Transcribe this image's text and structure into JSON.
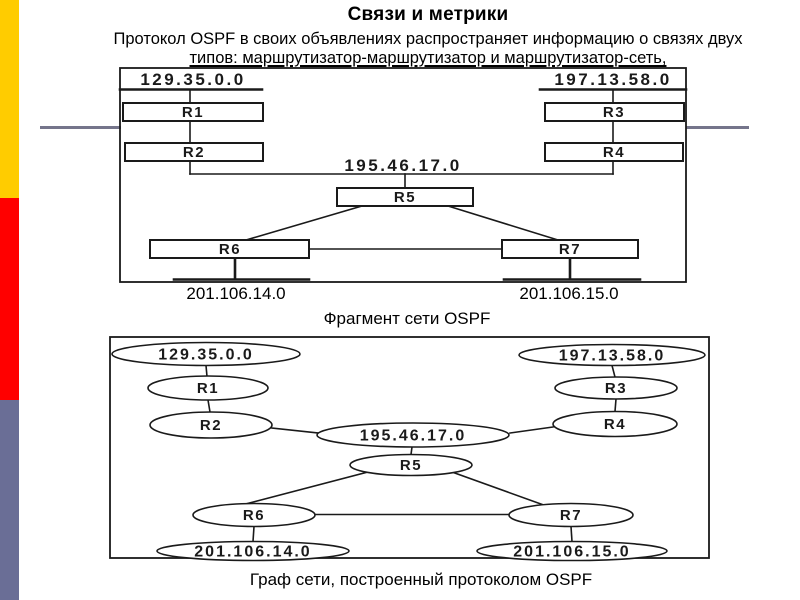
{
  "slide": {
    "title": "Связи и метрики",
    "subtitle_line1": "Протокол OSPF в своих объявлениях распространяет информацию о связях двух",
    "subtitle_line2": "типов: маршрутизатор-маршрутизатор и маршрутизатор-сеть,"
  },
  "colors": {
    "bar_yellow": "#FFCC00",
    "bar_red": "#FF0000",
    "bar_slate": "#6A6E96",
    "divider_gray": "#75758B",
    "ink": "#1A1A1A"
  },
  "fragment_diagram": {
    "caption": "Фрагмент сети OSPF",
    "net_top_left": "129.35.0.0",
    "net_top_right": "197.13.58.0",
    "net_middle": "195.46.17.0",
    "net_bottom_left": "201.106.14.0",
    "net_bottom_right": "201.106.15.0",
    "r1": "R1",
    "r2": "R2",
    "r3": "R3",
    "r4": "R4",
    "r5": "R5",
    "r6": "R6",
    "r7": "R7"
  },
  "graph_diagram": {
    "caption": "Граф сети, построенный протоколом OSPF",
    "net_top_left": "129.35.0.0",
    "net_top_right": "197.13.58.0",
    "net_middle": "195.46.17.0",
    "net_bottom_left": "201.106.14.0",
    "net_bottom_right": "201.106.15.0",
    "r1": "R1",
    "r2": "R2",
    "r3": "R3",
    "r4": "R4",
    "r5": "R5",
    "r6": "R6",
    "r7": "R7"
  }
}
